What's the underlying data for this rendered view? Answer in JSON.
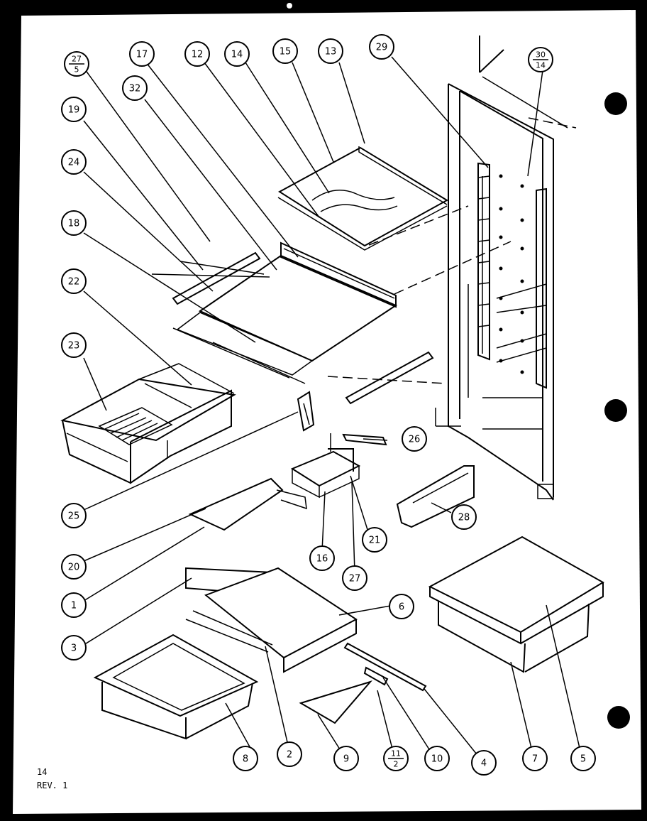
{
  "callouts": [
    {
      "id": "c27_5",
      "num": "27",
      "den": "5",
      "fraction": true
    },
    {
      "id": "c17",
      "text": "17"
    },
    {
      "id": "c12",
      "text": "12"
    },
    {
      "id": "c14",
      "text": "14"
    },
    {
      "id": "c15",
      "text": "15"
    },
    {
      "id": "c13",
      "text": "13"
    },
    {
      "id": "c29",
      "text": "29"
    },
    {
      "id": "c30_14",
      "num": "30",
      "den": "14",
      "fraction": true
    },
    {
      "id": "c32",
      "text": "32"
    },
    {
      "id": "c19",
      "text": "19"
    },
    {
      "id": "c24",
      "text": "24"
    },
    {
      "id": "c18",
      "text": "18"
    },
    {
      "id": "c22",
      "text": "22"
    },
    {
      "id": "c23",
      "text": "23"
    },
    {
      "id": "c26",
      "text": "26"
    },
    {
      "id": "c25",
      "text": "25"
    },
    {
      "id": "c28",
      "text": "28"
    },
    {
      "id": "c21",
      "text": "21"
    },
    {
      "id": "c16",
      "text": "16"
    },
    {
      "id": "c20",
      "text": "20"
    },
    {
      "id": "c27",
      "text": "27"
    },
    {
      "id": "c1",
      "text": "1"
    },
    {
      "id": "c6",
      "text": "6"
    },
    {
      "id": "c3",
      "text": "3"
    },
    {
      "id": "c8",
      "text": "8"
    },
    {
      "id": "c2",
      "text": "2"
    },
    {
      "id": "c9",
      "text": "9"
    },
    {
      "id": "c11_2",
      "num": "11",
      "den": "2",
      "fraction": true
    },
    {
      "id": "c10",
      "text": "10"
    },
    {
      "id": "c4",
      "text": "4"
    },
    {
      "id": "c7",
      "text": "7"
    },
    {
      "id": "c5",
      "text": "5"
    }
  ],
  "footer": {
    "page": "14",
    "revision": "REV. 1"
  }
}
